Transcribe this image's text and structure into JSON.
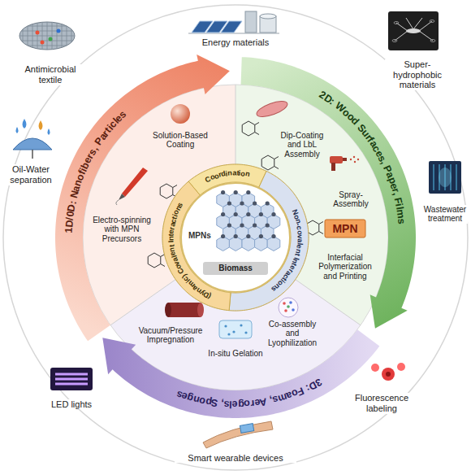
{
  "diagram": {
    "nodes": [
      {
        "text": [
          "1D/0D: Nanofibers, Particles"
        ]
      },
      {
        "text": [
          "2D: Wood Surfaces, Paper, Films"
        ]
      },
      {
        "text": [
          "3D: Foams, Aerogels, Sponges"
        ]
      },
      {
        "text": [
          "Coordination"
        ]
      },
      {
        "text": [
          "Non-covalent Interactions"
        ]
      },
      {
        "text": [
          "(Dynamic) Covalent Interactions"
        ]
      },
      {
        "text": [
          "MPNs"
        ]
      },
      {
        "text": [
          "Biomass"
        ],
        "in": 6
      }
    ],
    "labels": [
      "Energy materials",
      "Antimicrobial textile",
      "Super-hydrophobic materials",
      "Solution-Based Coating",
      "Dip-Coating and LbL Assembly",
      "Electro-spinning with MPN Precursors",
      "Spray-Assembly",
      "MPN",
      "Interfacial Polymerization and Printing",
      "Oil-Water separation",
      "Wastewater treatment",
      "Co-assembly and Lyophilization",
      "In-situ Gelation",
      "Vacuum/Pressure Impregnation",
      "LED lights",
      "Fluorescence labeling",
      "Smart wearable devices"
    ]
  }
}
